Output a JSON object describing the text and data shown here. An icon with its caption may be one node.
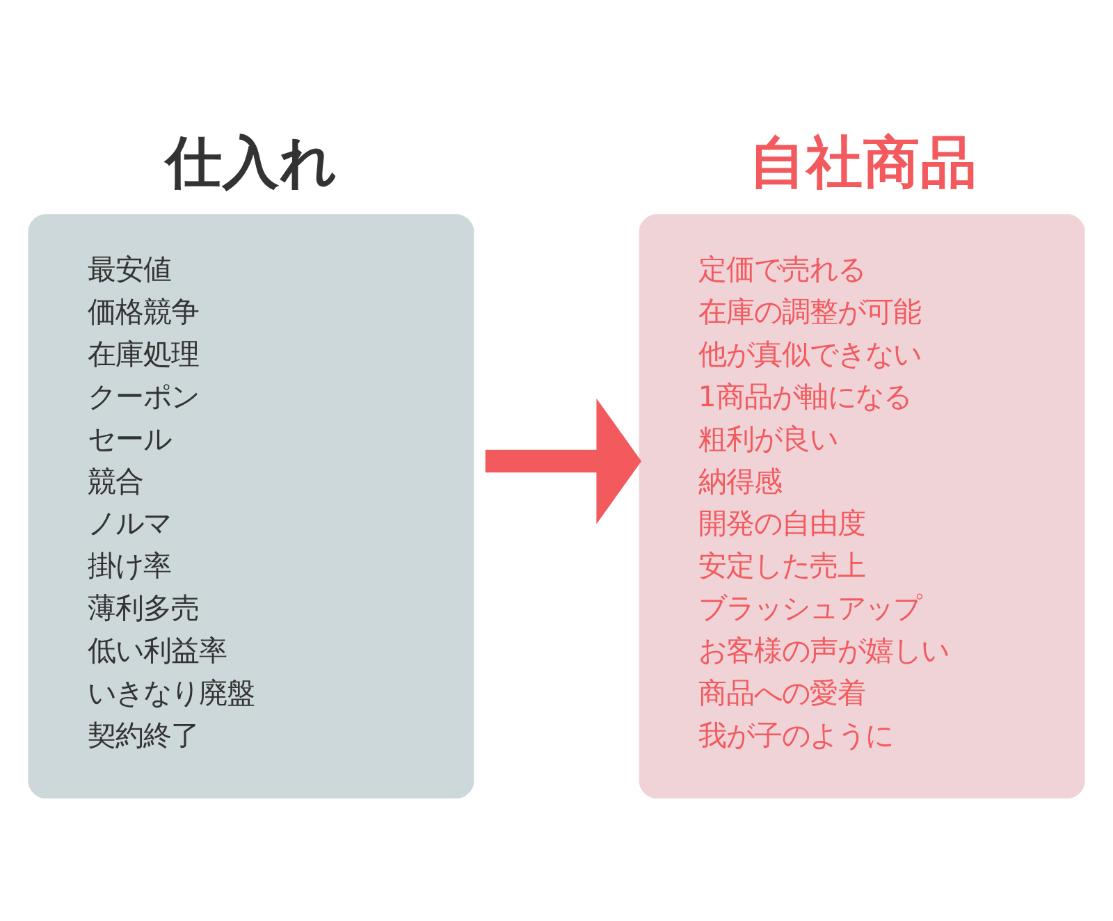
{
  "diagram": {
    "nodes": [
      {
        "text": [
          "仕入れ",
          "最安値",
          "価格競争",
          "在庫処理",
          "クーポン",
          "セール",
          "競合",
          "ノルマ",
          "掛け率",
          "薄利多売",
          "低い利益率",
          "いきなり廃盤",
          "契約終了"
        ]
      },
      {
        "text": [
          "自社商品",
          "定価で売れる",
          "在庫の調整が可能",
          "他が真似できない",
          "1商品が軸になる",
          "粗利が良い",
          "納得感",
          "開発の自由度",
          "安定した売上",
          "ブラッシュアップ",
          "お客様の声が嬉しい",
          "商品への愛着",
          "我が子のように"
        ]
      }
    ],
    "edges": [
      {
        "from": 0,
        "to": 1,
        "arrow": "to",
        "color": "#f25a5e"
      }
    ]
  }
}
